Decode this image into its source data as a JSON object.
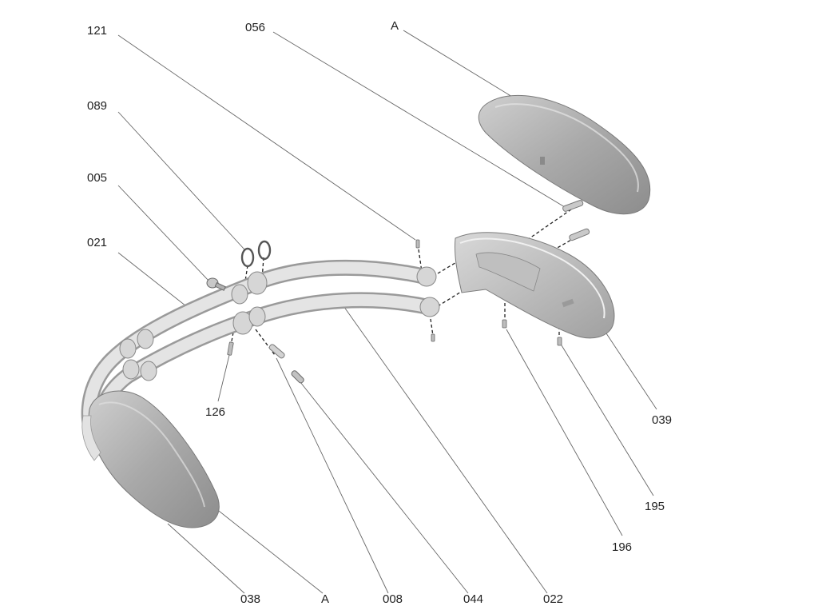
{
  "callouts": {
    "c121": "121",
    "c056": "056",
    "cA_top": "A",
    "c089": "089",
    "c005": "005",
    "c021": "021",
    "c126": "126",
    "c039": "039",
    "c195": "195",
    "c196": "196",
    "c038": "038",
    "cA_bottom": "A",
    "c008": "008",
    "c044": "044",
    "c022": "022"
  },
  "colors": {
    "leader": "#555555",
    "part_fill": "#bdbdbd",
    "part_dark": "#8e8e8e",
    "frame_fill": "#dedede",
    "frame_edge": "#9a9a9a"
  }
}
